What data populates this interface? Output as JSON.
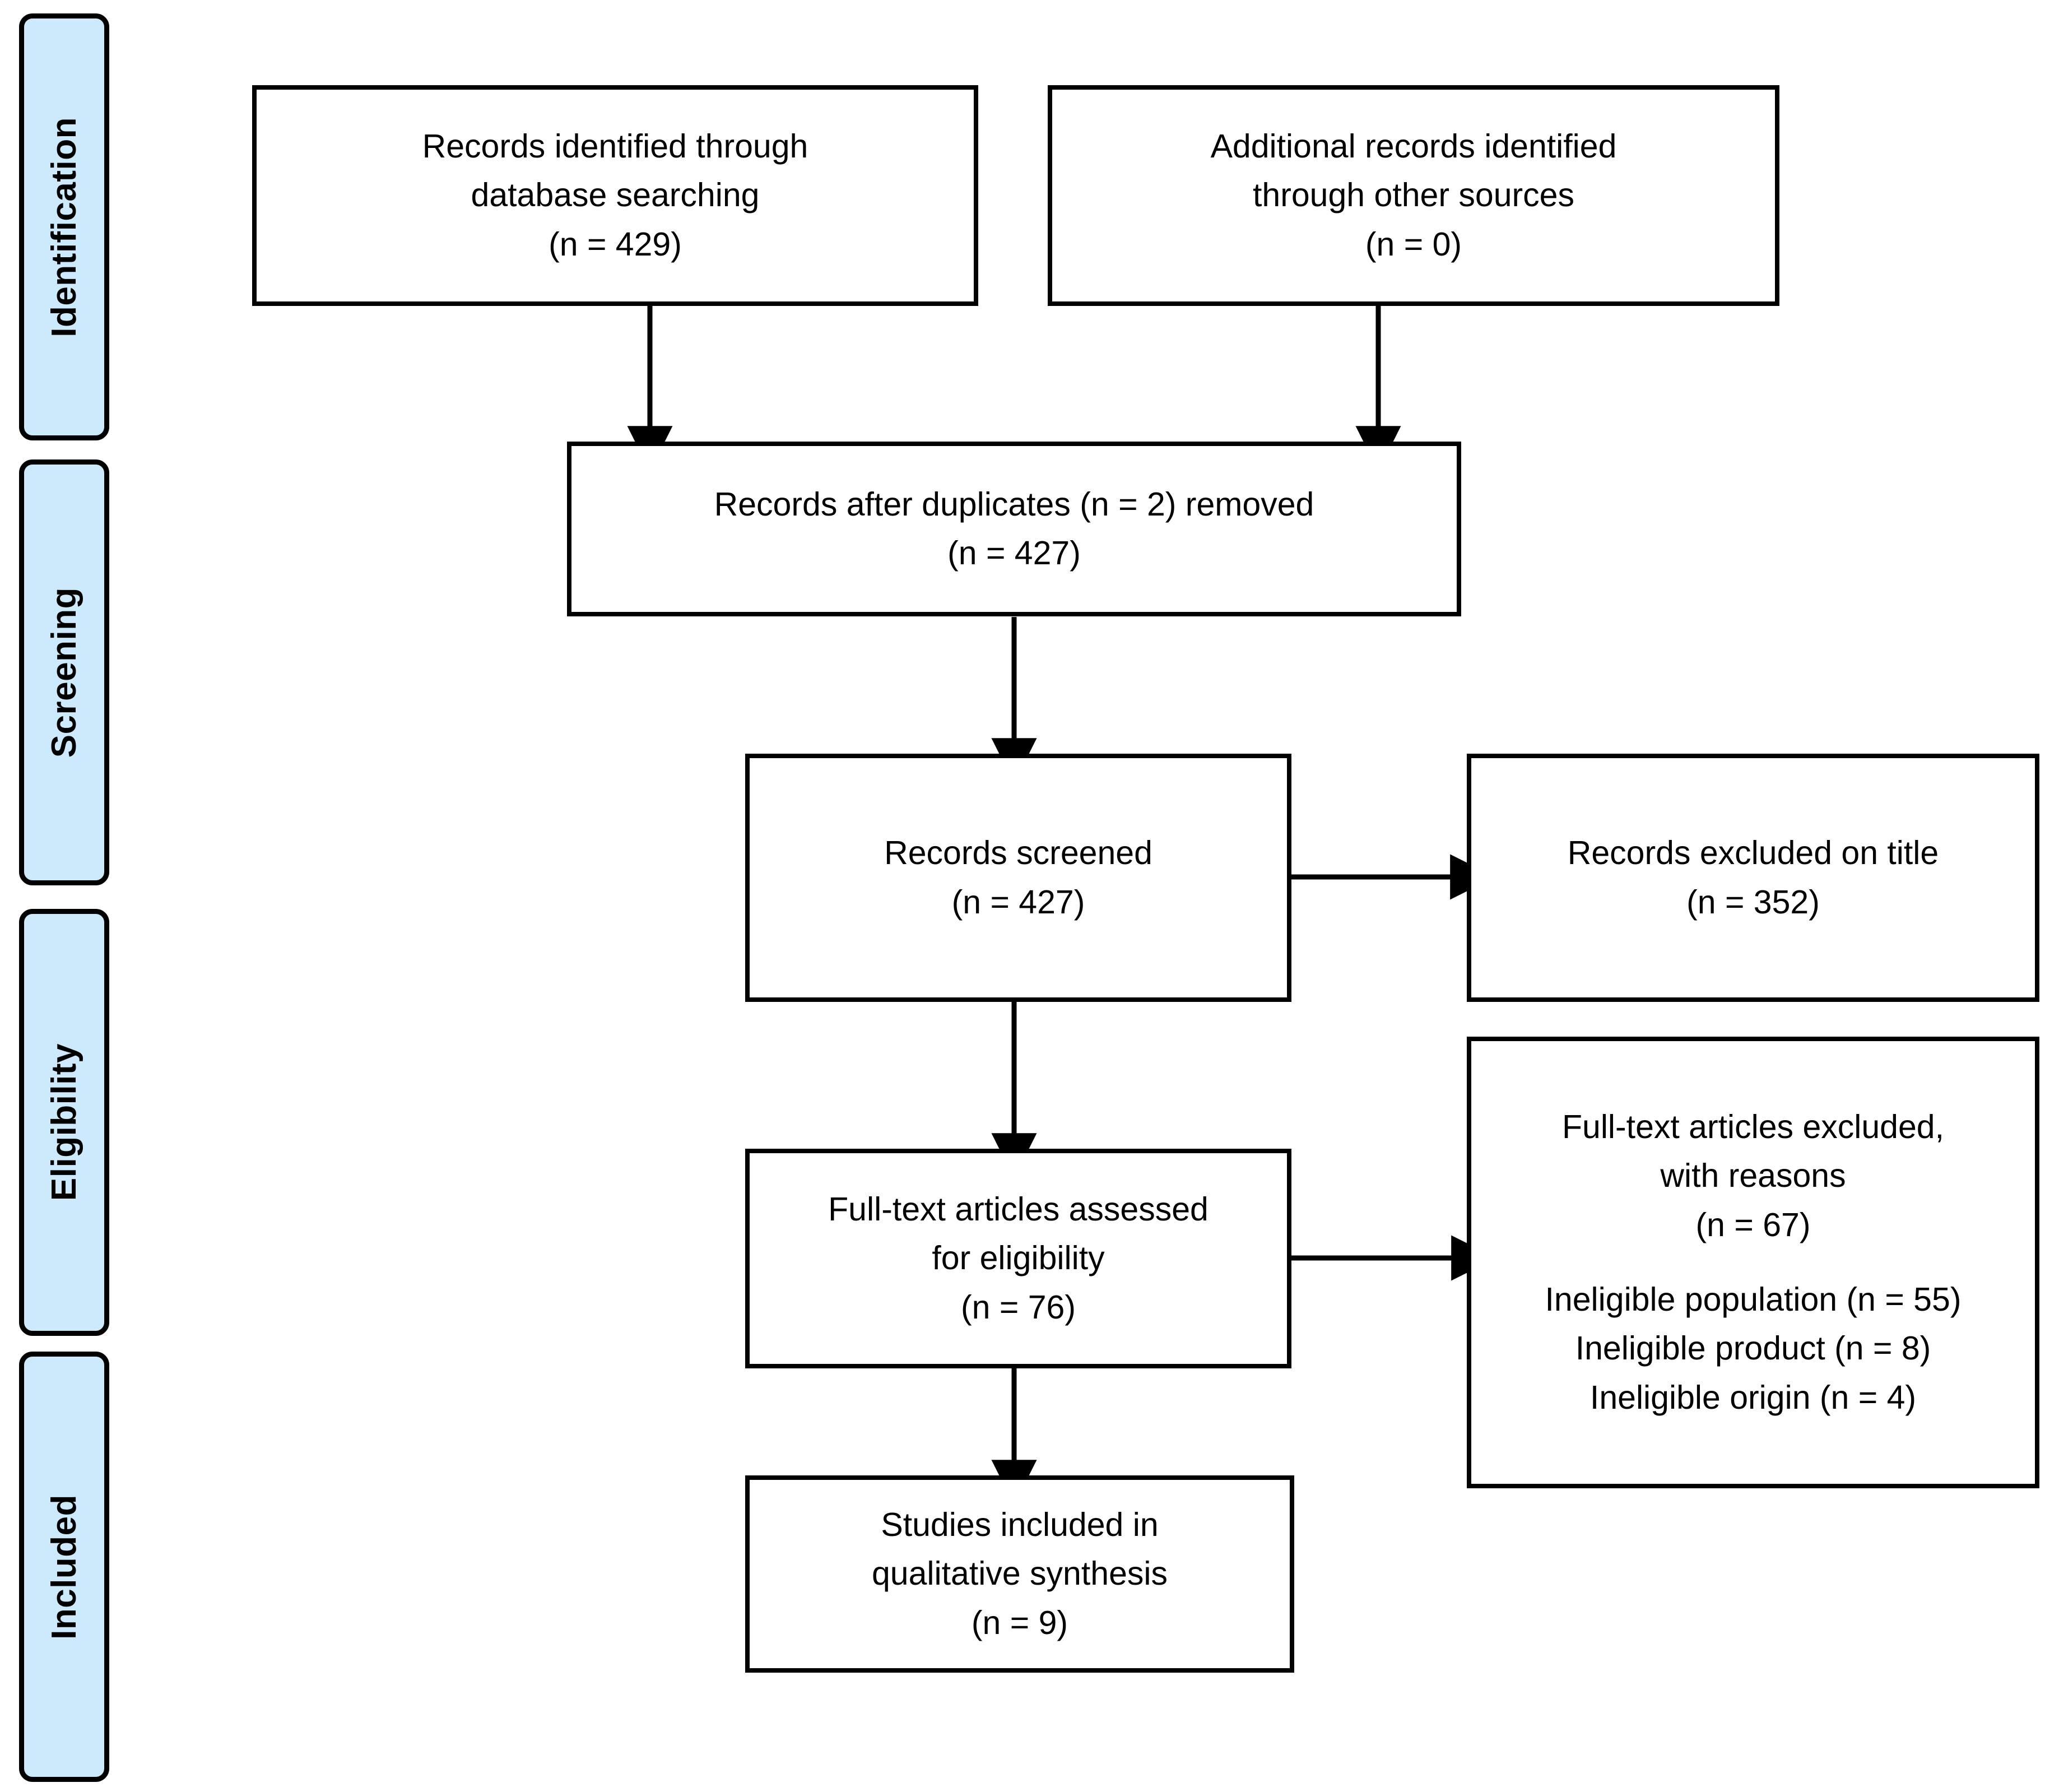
{
  "diagram": {
    "title": "PRISMA flow diagram",
    "accent_color": "#cdeafc",
    "line_color": "#000000",
    "box_fill": "#ffffff"
  },
  "stages": [
    {
      "id": "identification",
      "label": "Identification"
    },
    {
      "id": "screening",
      "label": "Screening"
    },
    {
      "id": "eligibility",
      "label": "Eligibility"
    },
    {
      "id": "included",
      "label": "Included"
    }
  ],
  "boxes": {
    "records_identified": {
      "line1": "Records identified through",
      "line2": "database searching",
      "line3": "(n = 429)"
    },
    "additional_records": {
      "line1": "Additional records identified",
      "line2": "through other sources",
      "line3": "(n = 0)"
    },
    "after_duplicates": {
      "line1": "Records after duplicates (n = 2) removed",
      "line2": "(n = 427)"
    },
    "records_screened": {
      "line1": "Records screened",
      "line2": "(n = 427)"
    },
    "records_excluded_title": {
      "line1": "Records excluded on title",
      "line2": "(n = 352)"
    },
    "fulltext_assessed": {
      "line1": "Full-text articles assessed",
      "line2": "for eligibility",
      "line3": "(n = 76)"
    },
    "fulltext_excluded": {
      "line1": "Full-text articles excluded,",
      "line2": "with reasons",
      "line3": "(n = 67)",
      "line4": "Ineligible population (n = 55)",
      "line5": "Ineligible product (n = 8)",
      "line6": "Ineligible origin (n = 4)"
    },
    "studies_included": {
      "line1": "Studies included in",
      "line2": "qualitative synthesis",
      "line3": "(n = 9)"
    }
  },
  "chart_data": {
    "type": "diagram",
    "title": "PRISMA flow diagram",
    "nodes": [
      {
        "id": "records_identified",
        "stage": "Identification",
        "label": "Records identified through database searching",
        "n": 429
      },
      {
        "id": "additional_records",
        "stage": "Identification",
        "label": "Additional records identified through other sources",
        "n": 0
      },
      {
        "id": "after_duplicates",
        "stage": "Screening",
        "label": "Records after duplicates (n = 2) removed",
        "n": 427,
        "duplicates_removed": 2
      },
      {
        "id": "records_screened",
        "stage": "Screening",
        "label": "Records screened",
        "n": 427
      },
      {
        "id": "records_excluded_title",
        "stage": "Screening",
        "label": "Records excluded on title",
        "n": 352
      },
      {
        "id": "fulltext_assessed",
        "stage": "Eligibility",
        "label": "Full-text articles assessed for eligibility",
        "n": 76
      },
      {
        "id": "fulltext_excluded",
        "stage": "Eligibility",
        "label": "Full-text articles excluded, with reasons",
        "n": 67,
        "reasons": [
          {
            "label": "Ineligible population",
            "n": 55
          },
          {
            "label": "Ineligible product",
            "n": 8
          },
          {
            "label": "Ineligible origin",
            "n": 4
          }
        ]
      },
      {
        "id": "studies_included",
        "stage": "Included",
        "label": "Studies included in qualitative synthesis",
        "n": 9
      }
    ],
    "edges": [
      {
        "from": "records_identified",
        "to": "after_duplicates"
      },
      {
        "from": "additional_records",
        "to": "after_duplicates"
      },
      {
        "from": "after_duplicates",
        "to": "records_screened"
      },
      {
        "from": "records_screened",
        "to": "records_excluded_title"
      },
      {
        "from": "records_screened",
        "to": "fulltext_assessed"
      },
      {
        "from": "fulltext_assessed",
        "to": "fulltext_excluded"
      },
      {
        "from": "fulltext_assessed",
        "to": "studies_included"
      }
    ]
  }
}
